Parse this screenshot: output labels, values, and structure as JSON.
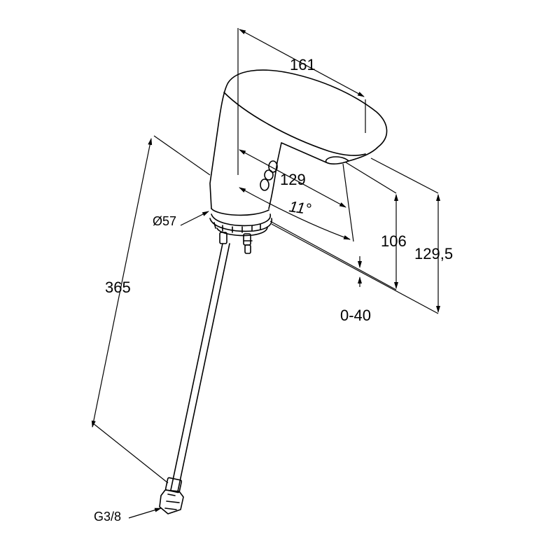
{
  "drawing": {
    "line_color": "#000000",
    "background": "#ffffff"
  },
  "dimensions": {
    "reach": "161",
    "spout_length": "129",
    "angle": "11°",
    "body_diameter": "Ø57",
    "hose_length": "365",
    "outlet_height": "106",
    "total_height": "129,5",
    "deck_thickness": "0-40",
    "thread": "G3/8"
  }
}
